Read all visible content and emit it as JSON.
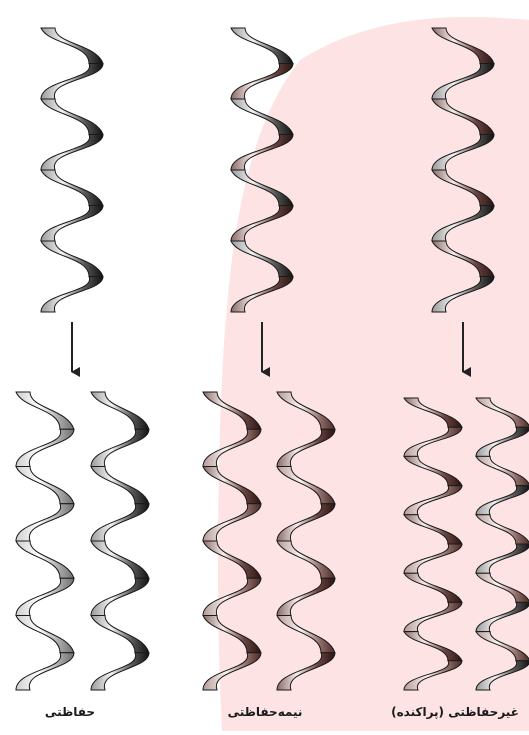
{
  "labels": {
    "conservative": "حفاظتی",
    "semi_conservative": "نیمه‌حفاظتی",
    "dispersive": "غیرحفاظتی (پراکنده)"
  },
  "colors": {
    "highlight_region": "#fde3e3",
    "parent_strand": "#2b2b2b",
    "new_strand_conservative": "#b8b8b8",
    "new_strand_brown": "#4a2a26",
    "arrow": "#222222"
  },
  "icons": [
    "down-arrow-icon",
    "dna-double-helix-icon"
  ]
}
